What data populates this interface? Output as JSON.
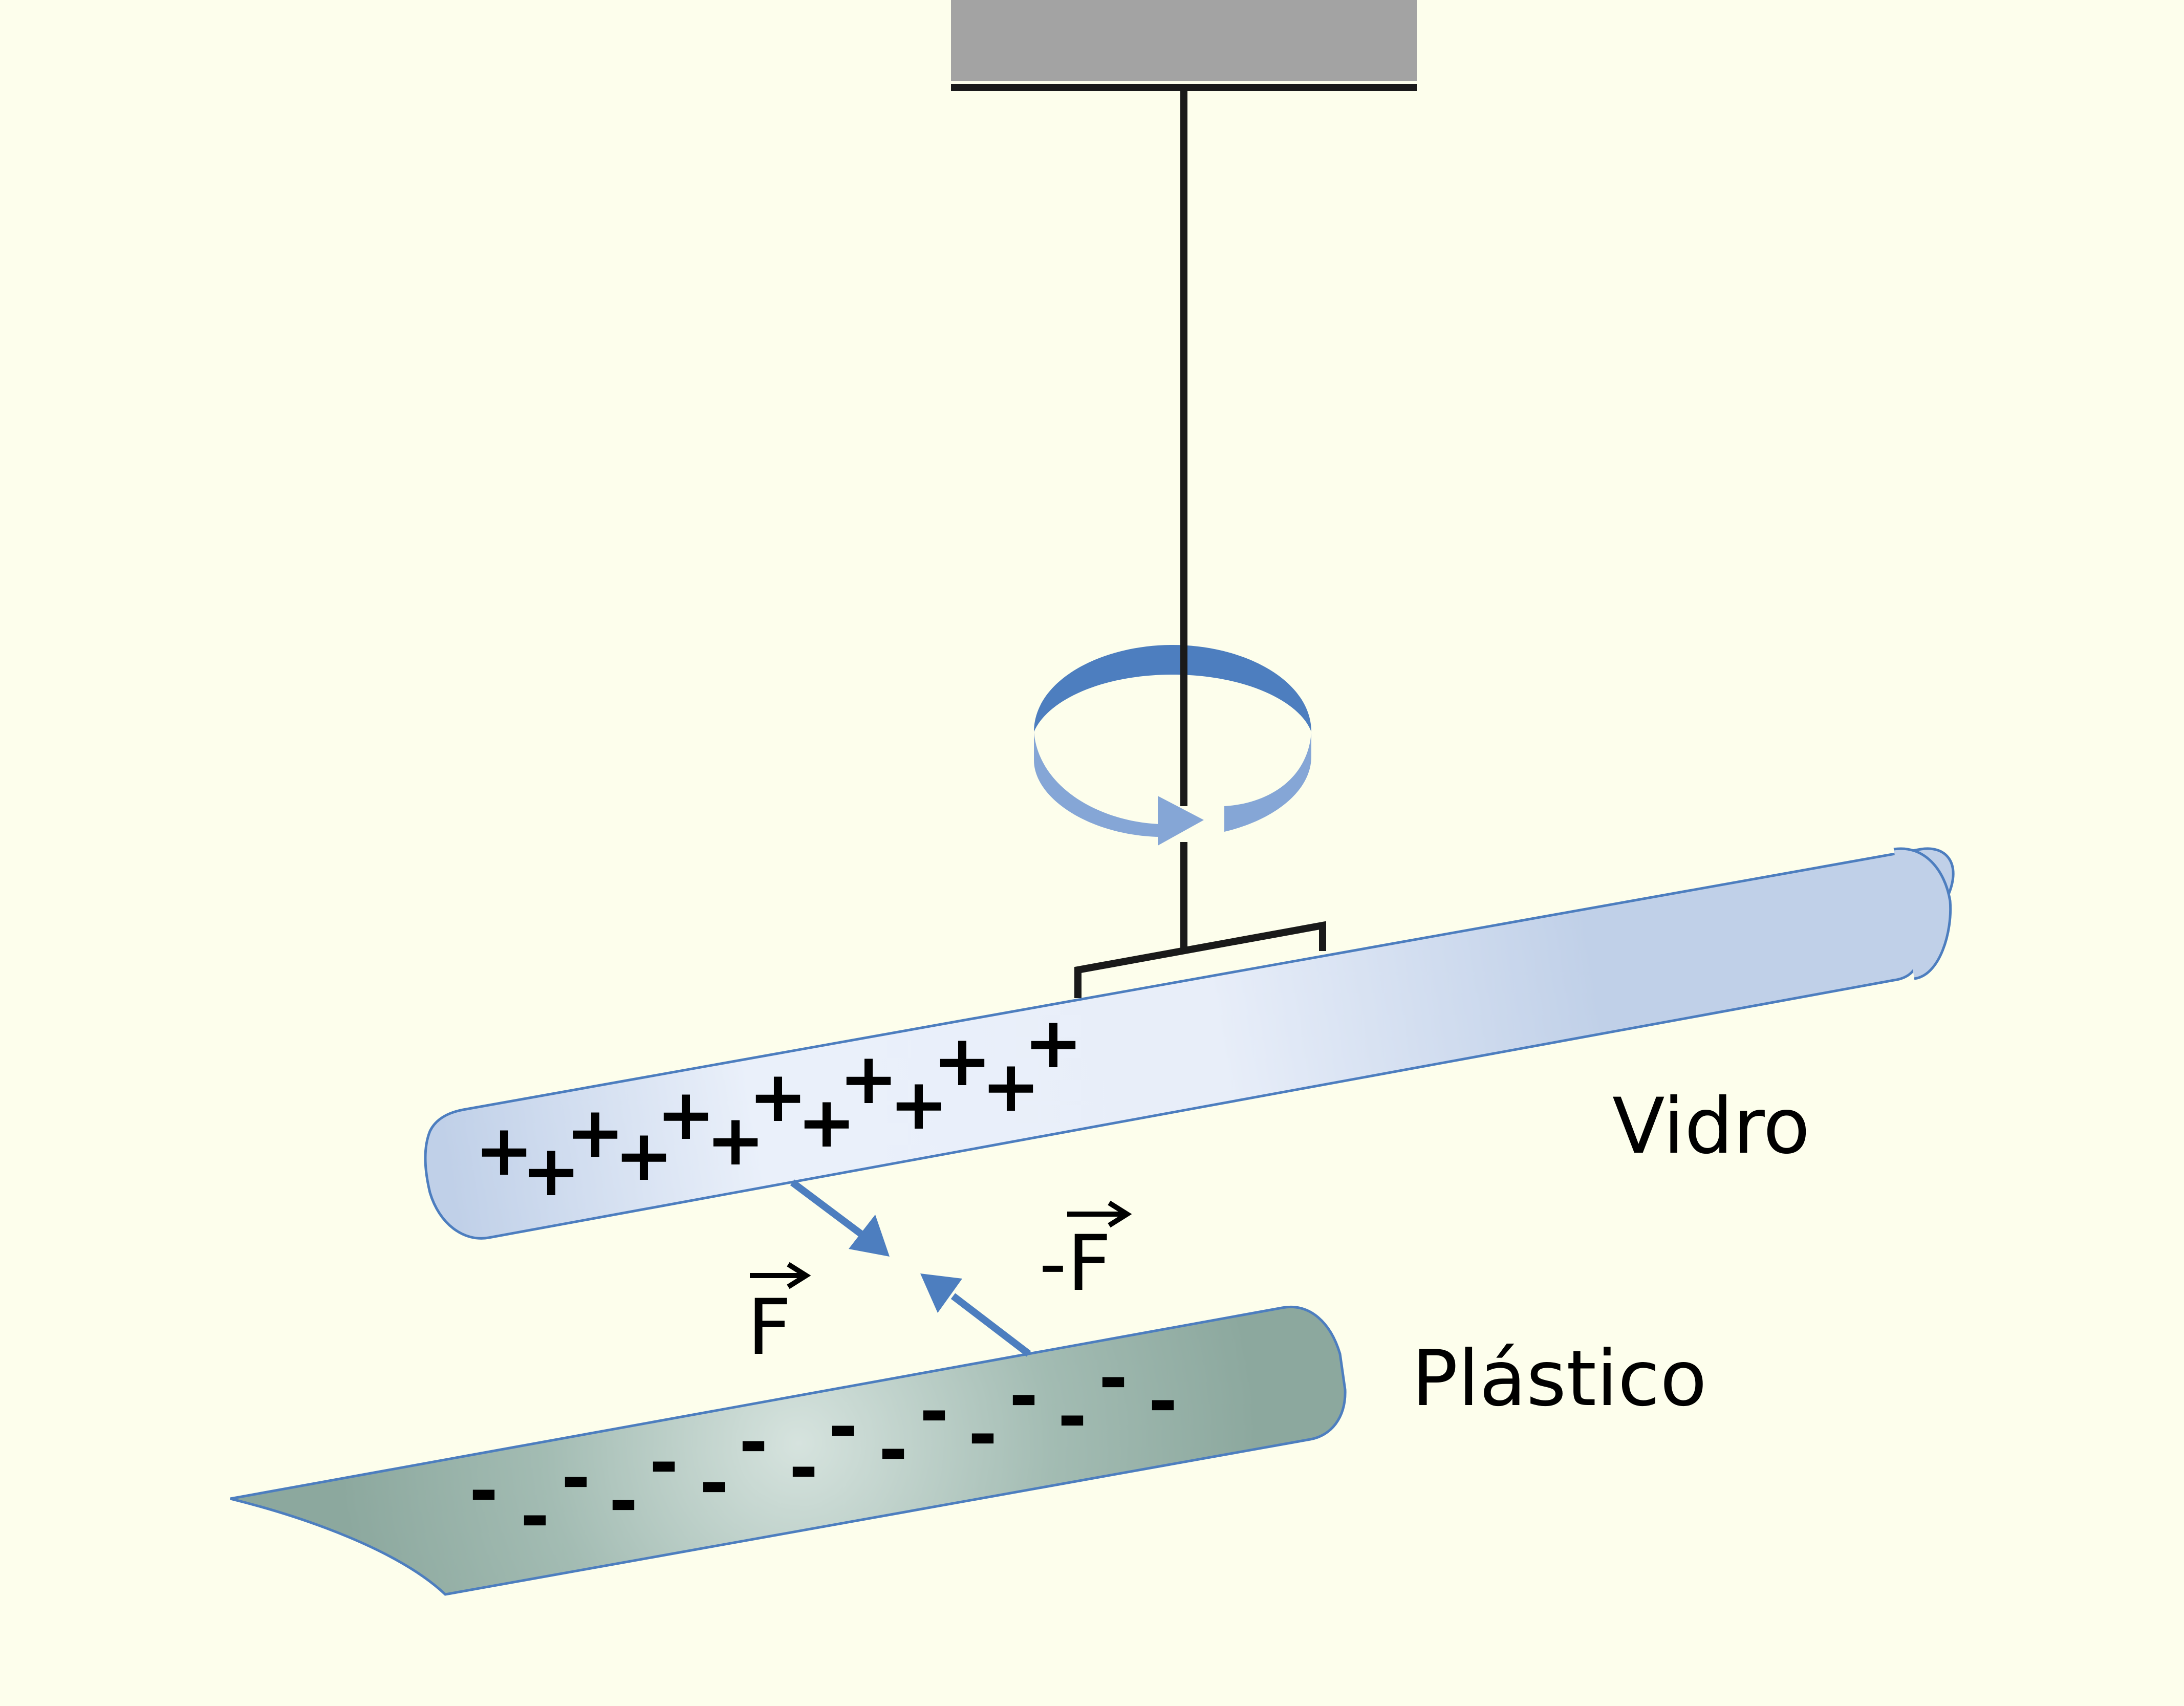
{
  "labels": {
    "glass": "Vidro",
    "plastic": "Plástico",
    "force": "F",
    "reaction_sign": "-",
    "reaction_force": "F"
  },
  "charges": {
    "glass": [
      "+",
      "+",
      "+",
      "+",
      "+",
      "+",
      "+",
      "+",
      "+",
      "+",
      "+",
      "+",
      "+"
    ],
    "plastic": [
      "-",
      "-",
      "-",
      "-",
      "-",
      "-",
      "-",
      "-",
      "-",
      "-",
      "-",
      "-",
      "-",
      "-",
      "-",
      "-"
    ]
  },
  "colors": {
    "background": "#fdfeec",
    "ceiling": "#a3a3a3",
    "glass_rod": "#c0d0e8",
    "glass_highlight": "#eaf0fa",
    "plastic_rod": "#8ca89e",
    "plastic_highlight": "#d4e0dc",
    "force_arrow": "#4d7ebf",
    "rotation_arrow": "#4d7ebf",
    "rotation_arrow_back": "#85a6d6",
    "string": "#1a1a1a"
  },
  "icons": {
    "rotation": "rotation-arrow-icon",
    "force": "force-vector-arrow"
  }
}
